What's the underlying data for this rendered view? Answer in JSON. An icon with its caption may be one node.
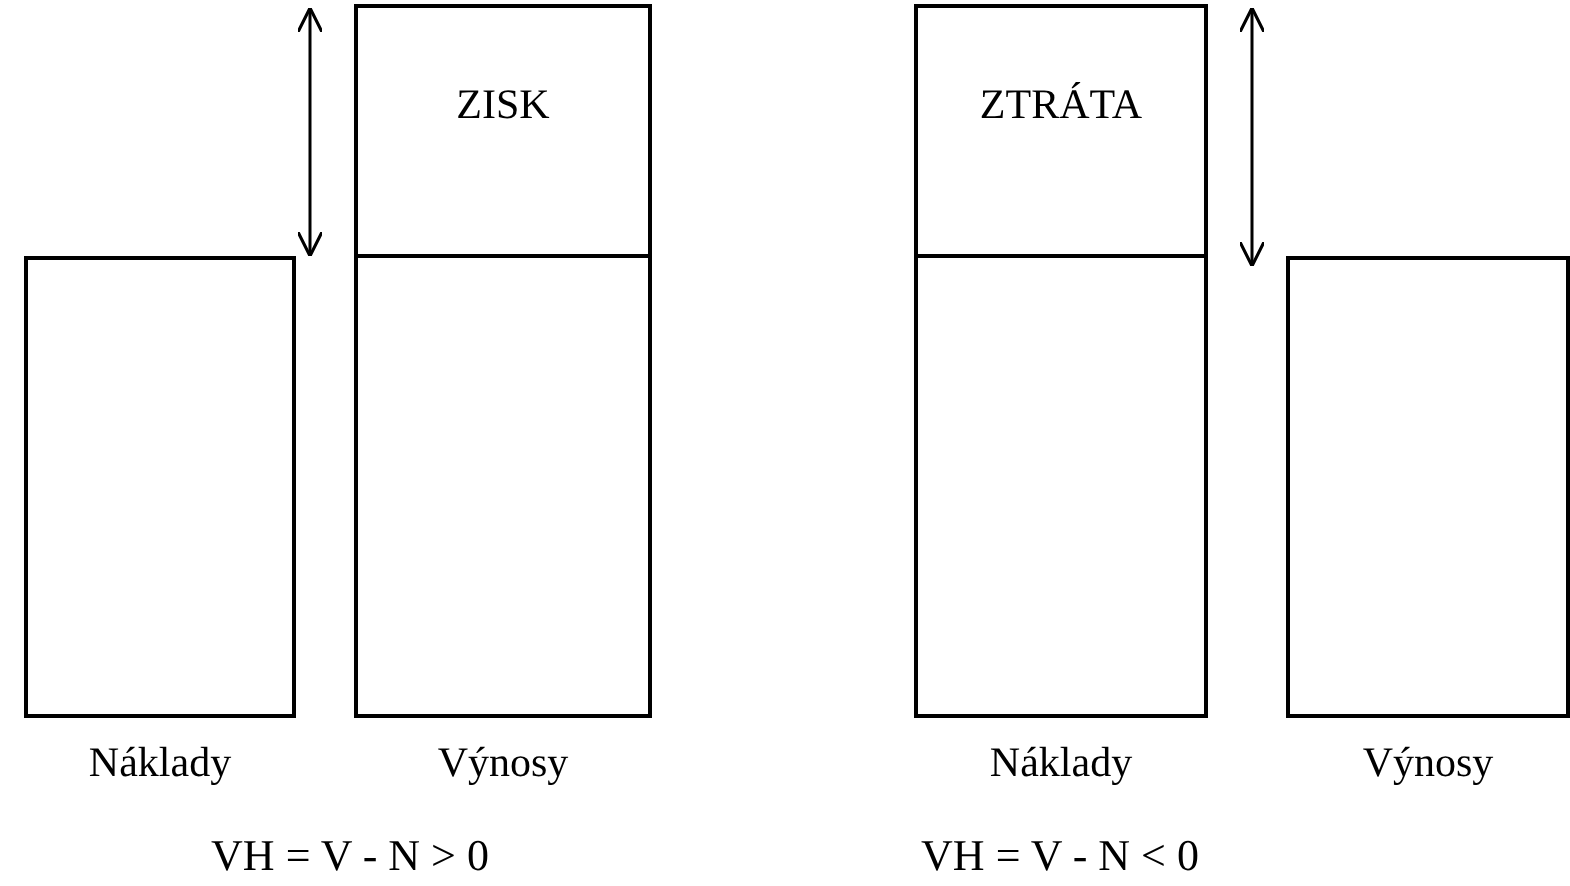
{
  "diagram": {
    "nodes": [
      {
        "text": [],
        "shape": "box",
        "beside": [
          "Náklady"
        ]
      },
      {
        "text": [
          "ZISK"
        ]
      },
      {
        "text": [],
        "shape": "box",
        "beside": [
          "Výnosy"
        ]
      },
      {
        "text": [
          "ZTRÁTA"
        ]
      },
      {
        "text": [],
        "shape": "box",
        "beside": [
          "Náklady"
        ]
      },
      {
        "text": [],
        "shape": "box",
        "beside": [
          "Výnosy"
        ]
      }
    ],
    "labels": [
      "VH = V - N > 0",
      "VH = V - N < 0"
    ]
  }
}
